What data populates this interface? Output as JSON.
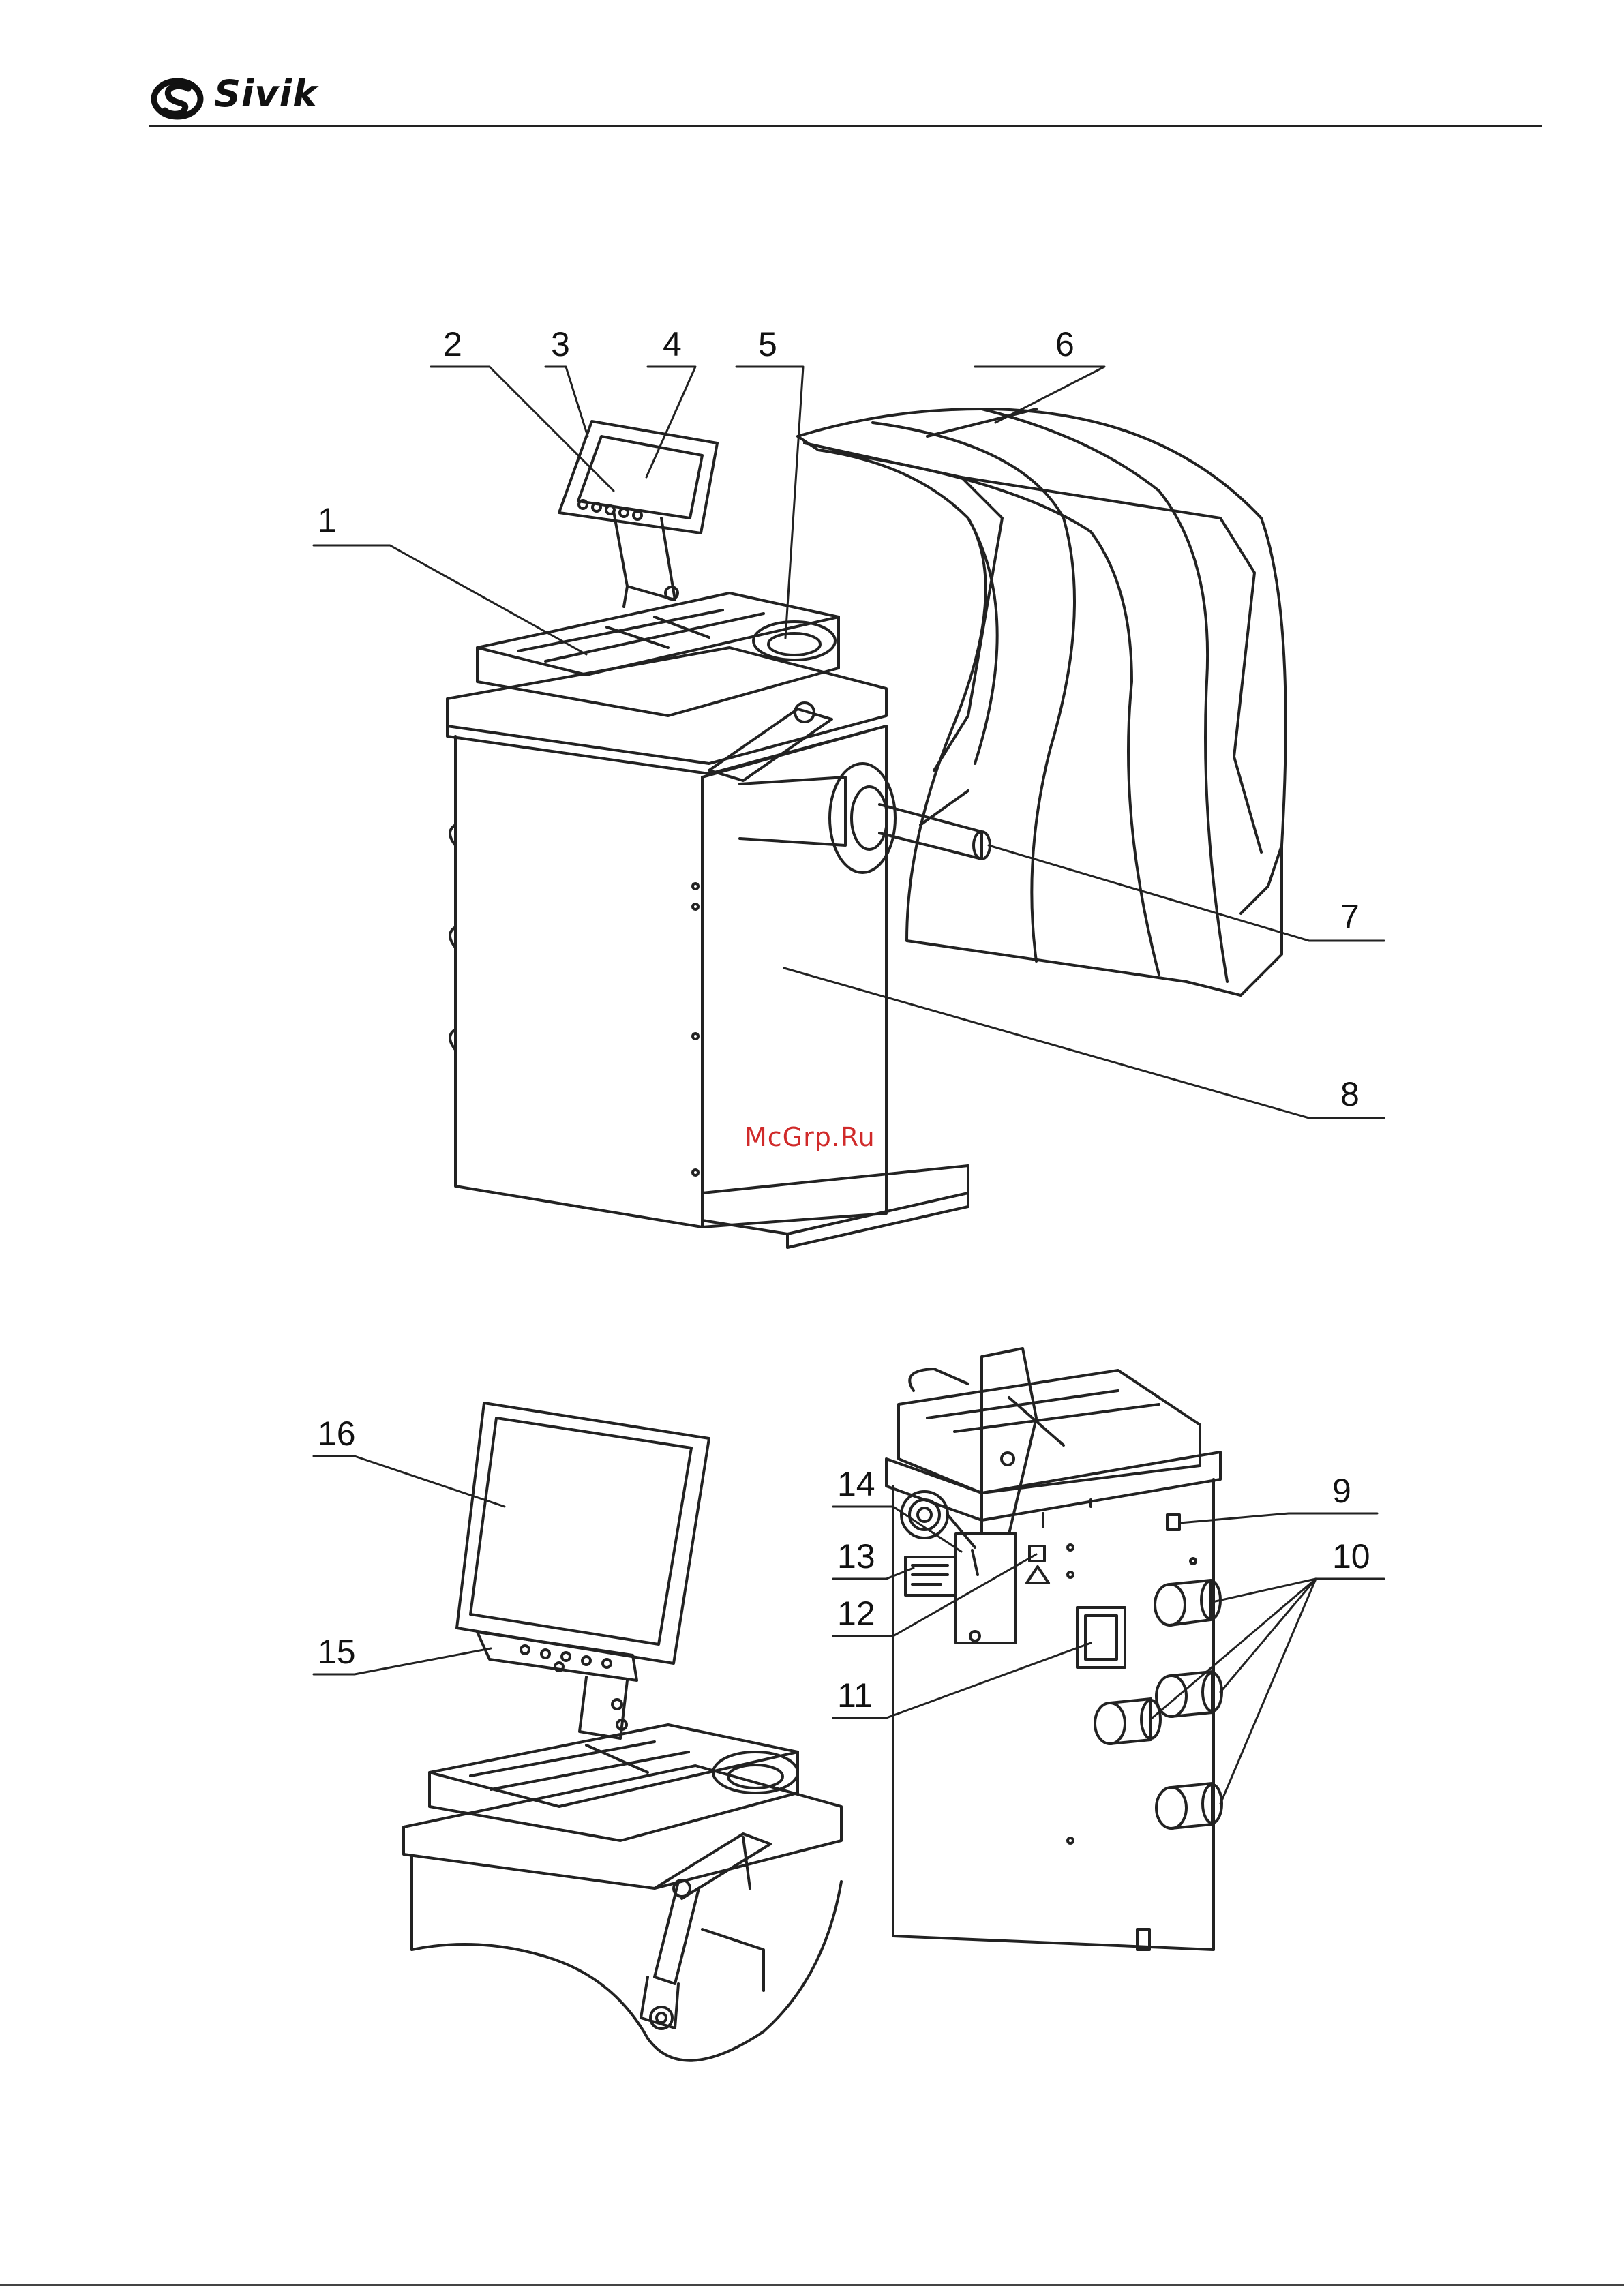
{
  "header": {
    "brand": "Sivik"
  },
  "watermark": "McGrp.Ru",
  "callouts": {
    "c1": "1",
    "c2": "2",
    "c3": "3",
    "c4": "4",
    "c5": "5",
    "c6": "6",
    "c7": "7",
    "c8": "8",
    "c9": "9",
    "c10": "10",
    "c11": "11",
    "c12": "12",
    "c13": "13",
    "c14": "14",
    "c15": "15",
    "c16": "16"
  }
}
